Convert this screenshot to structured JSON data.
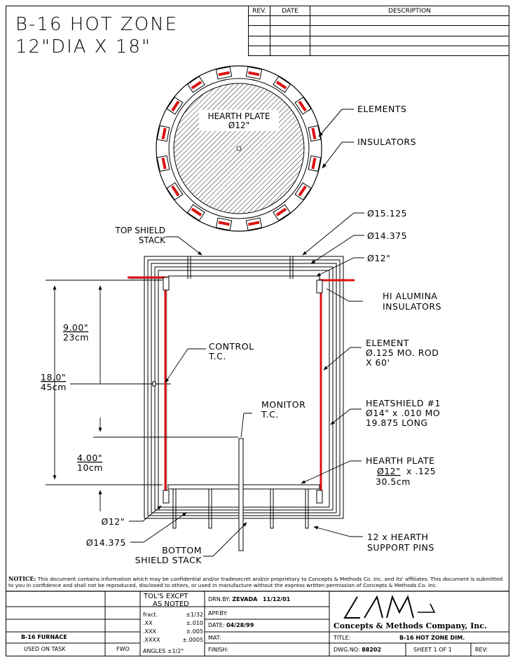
{
  "drawing_title": {
    "line1": "B-16 HOT ZONE",
    "line2": "12\"DIA X 18\""
  },
  "revision_block": {
    "headers": [
      "REV.",
      "DATE",
      "DESCRIPTION"
    ],
    "rows": 4
  },
  "top_view": {
    "hearth_label": "HEARTH PLATE",
    "hearth_dia": "Ø12\"",
    "callouts": {
      "elements": "ELEMENTS",
      "insulators": "INSULATORS"
    }
  },
  "side_view": {
    "top_shield": [
      "TOP SHIELD",
      "STACK"
    ],
    "dia_15": "Ø15.125",
    "dia_14": "Ø14.375",
    "dia_12": "Ø12\"",
    "hi_alumina": [
      "HI ALUMINA",
      "INSULATORS"
    ],
    "control_tc": [
      "CONTROL",
      "T.C."
    ],
    "monitor_tc": [
      "MONITOR",
      "T.C."
    ],
    "element": [
      "ELEMENT",
      "Ø.125 MO. ROD",
      "X 60'"
    ],
    "heatshield": [
      "HEATSHIELD #1",
      "Ø14\" x .010 MO",
      "19.875 LONG"
    ],
    "hearth_plate": [
      "HEARTH PLATE",
      "Ø12\"",
      " x .125",
      "30.5cm"
    ],
    "dim_9": [
      "9.00\"",
      "23cm"
    ],
    "dim_18": [
      "18.0\"",
      "45cm"
    ],
    "dim_4": [
      "4.00\"",
      "10cm"
    ],
    "bottom_dia_12": "Ø12\"",
    "bottom_dia_14": "Ø14.375",
    "bottom_shield": [
      "BOTTOM",
      "SHIELD STACK"
    ],
    "support_pins": [
      "12 x HEARTH",
      "SUPPORT PINS"
    ]
  },
  "notice": {
    "label": "NOTICE:",
    "text": "This document contains information which may be confidential and/or tradesecret and/or proprietary to Concepts & Methods Co. Inc. and its' affiliates. This document is submitted to you in confidence and shall not be reproduced, disclosed to others, or used in manufacture without the express written permission of Concepts & Methods Co. Inc."
  },
  "title_block": {
    "project": "B-16 FURNACE",
    "used_on": "USED ON TASK",
    "used_by": "FWO",
    "tol_header": [
      "TOL'S EXCPT",
      "AS NOTED"
    ],
    "tolerances": [
      {
        "k": "fract.",
        "v": "±1/32"
      },
      {
        "k": ".XX",
        "v": "±.010"
      },
      {
        "k": ".XXX",
        "v": "±.005"
      },
      {
        "k": ".XXXX",
        "v": "±.0005"
      },
      {
        "k": "ANGLES",
        "v": "±1/2°"
      }
    ],
    "drn_by_label": "DRN.BY:",
    "drn_by": "ZEVADA",
    "drn_date": "11/12/01",
    "app_by_label": "APP.BY:",
    "date_label": "DATE:",
    "date": "04/28/99",
    "mat_label": "MAT:",
    "finish_label": "FINISH:",
    "company": "Concepts & Methods Company, Inc.",
    "title_label": "TITLE:",
    "title": "B-16 HOT ZONE DIM.",
    "dwg_label": "DWG.NO:",
    "dwg_no": "88202",
    "sheet": "SHEET 1 OF 1",
    "rev_label": "REV:"
  }
}
